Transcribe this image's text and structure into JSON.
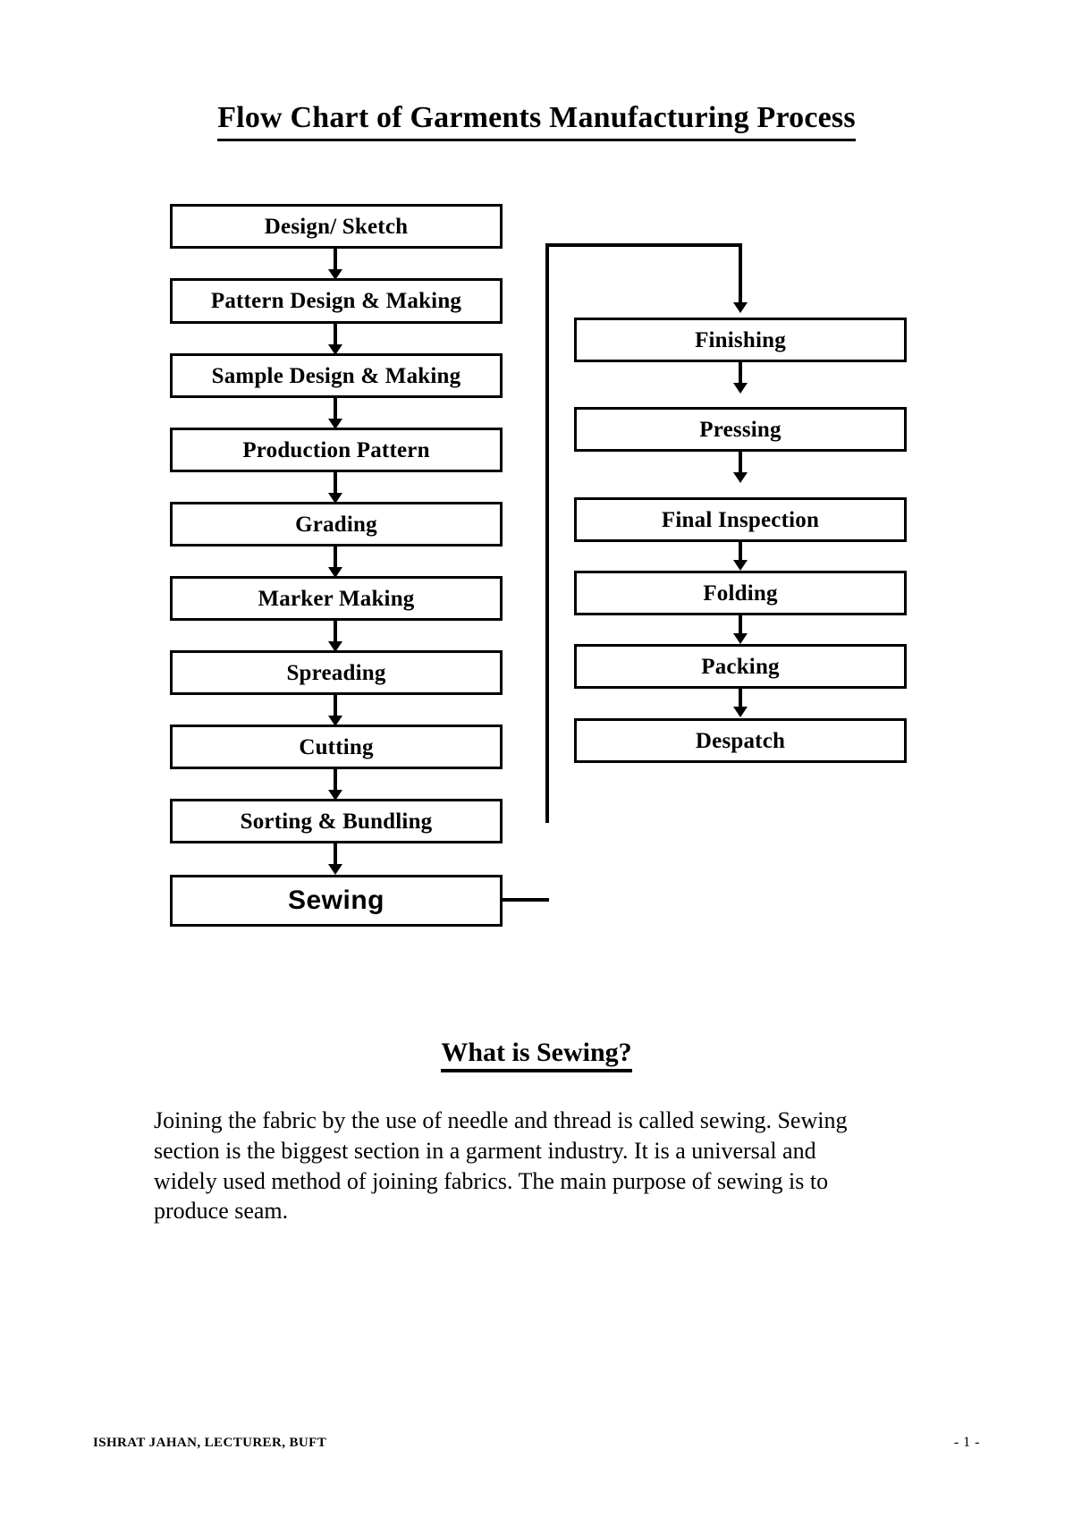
{
  "document": {
    "title": "Flow Chart of Garments Manufacturing Process",
    "page_number": "- 1 -",
    "footer_author": "ISHRAT JAHAN, LECTURER, BUFT"
  },
  "chart_data": {
    "type": "diagram",
    "title": "Flow Chart of Garments Manufacturing Process",
    "layout": "two-column vertical flowchart with feedback routing from Sewing to Finishing",
    "left_column": [
      "Design/ Sketch",
      "Pattern Design  & Making",
      "Sample Design & Making",
      "Production Pattern",
      "Grading",
      "Marker Making",
      "Spreading",
      "Cutting",
      "Sorting & Bundling",
      "Sewing"
    ],
    "right_column": [
      "Finishing",
      "Pressing",
      "Final Inspection",
      "Folding",
      "Packing",
      "Despatch"
    ],
    "edges": [
      "Design/ Sketch -> Pattern Design  & Making",
      "Pattern Design  & Making -> Sample Design & Making",
      "Sample Design & Making -> Production Pattern",
      "Production Pattern -> Grading",
      "Grading -> Marker Making",
      "Marker Making -> Spreading",
      "Spreading -> Cutting",
      "Cutting -> Sorting & Bundling",
      "Sorting & Bundling -> Sewing",
      "Sewing -> Finishing",
      "Finishing -> Pressing",
      "Pressing -> Final Inspection",
      "Final Inspection -> Folding",
      "Folding -> Packing",
      "Packing -> Despatch"
    ]
  },
  "flowchart": {
    "left_nodes": [
      {
        "label": "Design/ Sketch"
      },
      {
        "label": "Pattern Design  & Making"
      },
      {
        "label": "Sample Design & Making"
      },
      {
        "label": "Production Pattern"
      },
      {
        "label": "Grading"
      },
      {
        "label": "Marker Making"
      },
      {
        "label": "Spreading"
      },
      {
        "label": "Cutting"
      },
      {
        "label": "Sorting & Bundling"
      },
      {
        "label": "Sewing"
      }
    ],
    "right_nodes": [
      {
        "label": "Finishing"
      },
      {
        "label": "Pressing"
      },
      {
        "label": "Final Inspection"
      },
      {
        "label": "Folding"
      },
      {
        "label": "Packing"
      },
      {
        "label": "Despatch"
      }
    ]
  },
  "section": {
    "heading": "What is Sewing?",
    "paragraph": "Joining the fabric by the use of needle and thread is called sewing. Sewing section is the biggest section in a garment industry. It is a universal and widely used method of joining fabrics. The main purpose of sewing is to produce seam."
  },
  "colors": {
    "ink": "#000000",
    "paper": "#ffffff"
  }
}
